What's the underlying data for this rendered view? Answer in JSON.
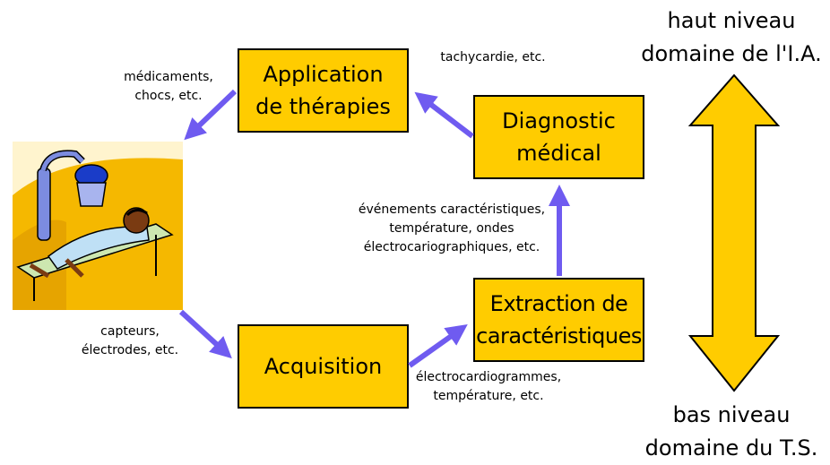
{
  "boxes": {
    "therapies": "Application\nde thérapies",
    "diagnostic": "Diagnostic\nmédical",
    "acquisition": "Acquisition",
    "extraction": "Extraction de\ncaractéristiques"
  },
  "notes": {
    "therapies": "médicaments,\nchocs, etc.",
    "diagnostic": "tachycardie, etc.",
    "features": "événements caractéristiques,\ntempérature, ondes\nélectrocariographiques, etc.",
    "acquisition": "capteurs,\nélectrodes, etc.",
    "extraction": "électrocardiogrammes,\ntempérature, etc."
  },
  "levels": {
    "high": "haut niveau\ndomaine de l'I.A.",
    "low": "bas niveau\ndomaine du T.S."
  },
  "illustration": "patient-on-hospital-bed",
  "colors": {
    "box_fill": "#FFCC00",
    "arrow": "#6F5BF0",
    "double_arrow_fill": "#FFCC00"
  }
}
